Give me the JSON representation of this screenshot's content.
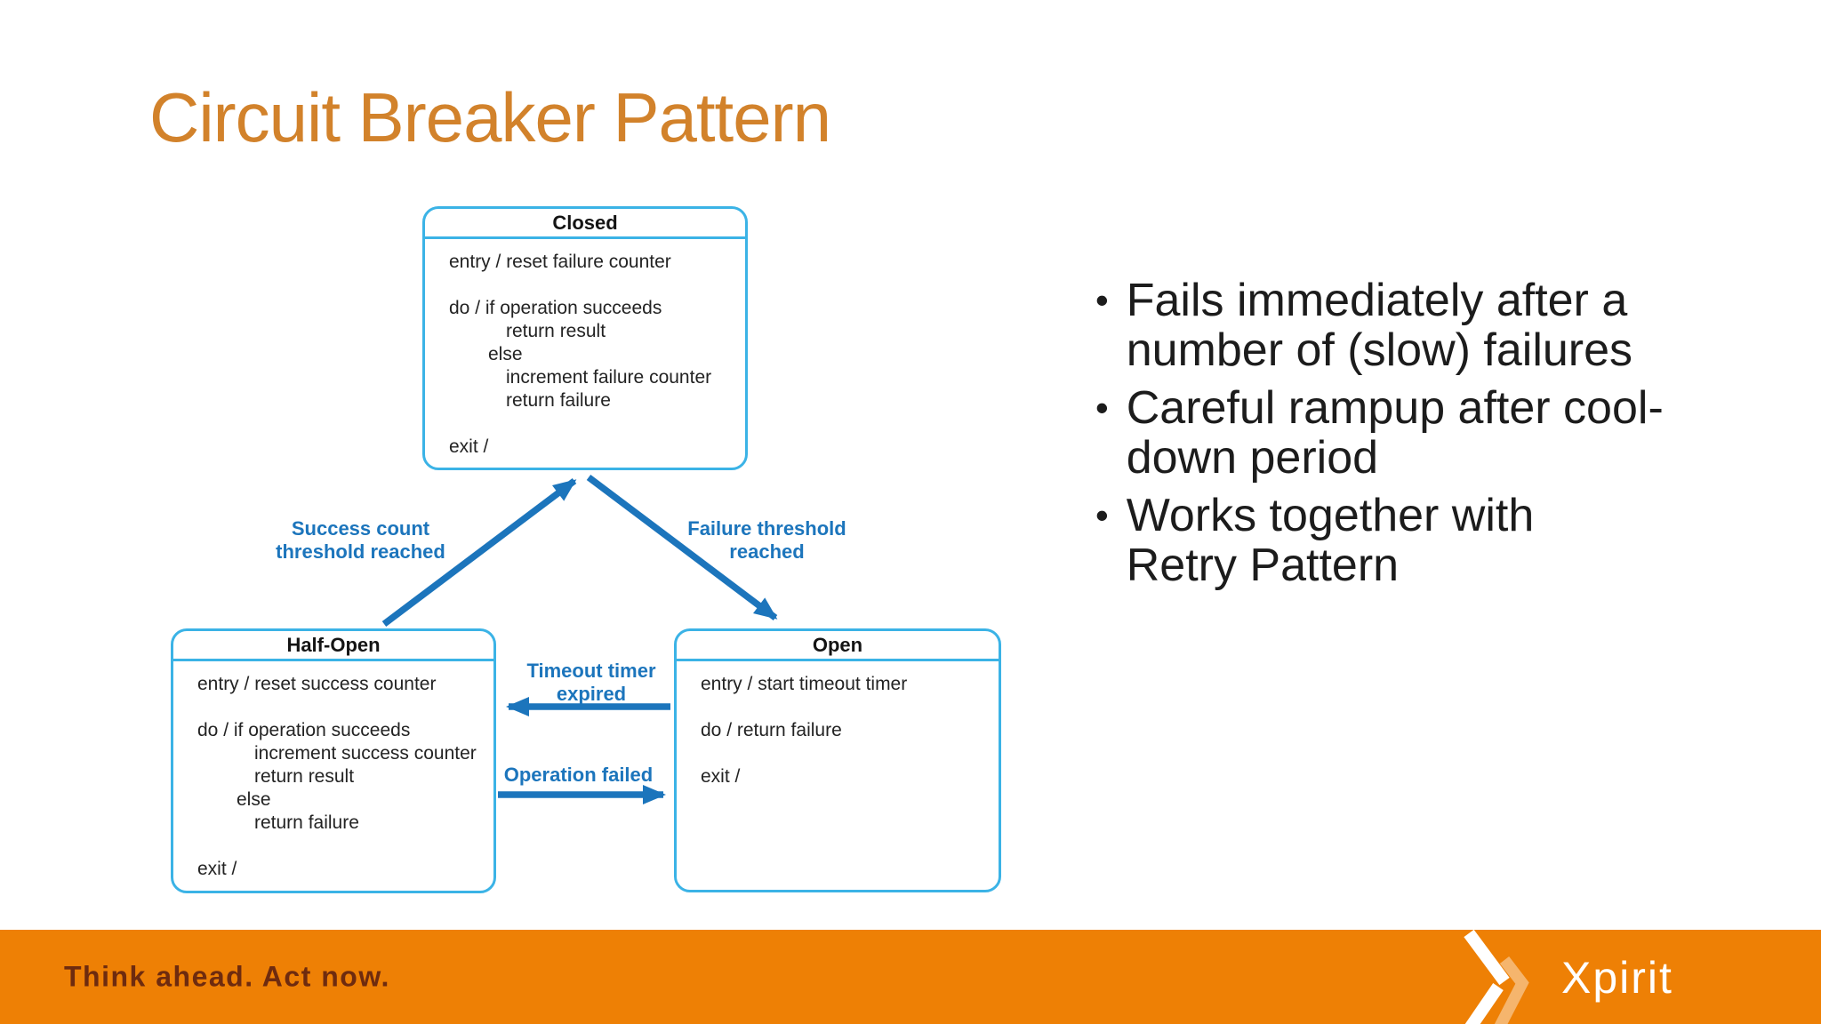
{
  "slide": {
    "title": "Circuit Breaker Pattern",
    "bullet_char": "•",
    "bullets": [
      "Fails immediately after a\nnumber of (slow) failures",
      "Careful rampup after cool-\ndown period",
      "Works together with\nRetry Pattern"
    ]
  },
  "diagram": {
    "states": {
      "closed": {
        "title": "Closed",
        "lines": [
          {
            "text": "entry / reset failure counter",
            "indent": 0
          },
          {
            "text": "",
            "indent": 0
          },
          {
            "text": "do / if operation succeeds",
            "indent": 0
          },
          {
            "text": "return result",
            "indent": 2
          },
          {
            "text": "else",
            "indent": 1
          },
          {
            "text": "increment failure counter",
            "indent": 2
          },
          {
            "text": "return failure",
            "indent": 2
          },
          {
            "text": "",
            "indent": 0
          },
          {
            "text": "exit /",
            "indent": 0
          }
        ]
      },
      "half_open": {
        "title": "Half-Open",
        "lines": [
          {
            "text": "entry / reset success counter",
            "indent": 0
          },
          {
            "text": "",
            "indent": 0
          },
          {
            "text": "do / if operation succeeds",
            "indent": 0
          },
          {
            "text": "increment success counter",
            "indent": 2
          },
          {
            "text": "return result",
            "indent": 2
          },
          {
            "text": "else",
            "indent": 1
          },
          {
            "text": "return failure",
            "indent": 2
          },
          {
            "text": "",
            "indent": 0
          },
          {
            "text": "exit /",
            "indent": 0
          }
        ]
      },
      "open": {
        "title": "Open",
        "lines": [
          {
            "text": "entry / start timeout timer",
            "indent": 0
          },
          {
            "text": "",
            "indent": 0
          },
          {
            "text": "do / return failure",
            "indent": 0
          },
          {
            "text": "",
            "indent": 0
          },
          {
            "text": "exit /",
            "indent": 0
          }
        ]
      }
    },
    "transitions": {
      "success": "Success count\nthreshold reached",
      "failure": "Failure threshold\nreached",
      "timeout": "Timeout timer\nexpired",
      "operation": "Operation failed"
    }
  },
  "footer": {
    "tagline": "Think ahead. Act now.",
    "brand": "Xpirit"
  },
  "colors": {
    "title_orange": "#d2822b",
    "footer_orange": "#ee8005",
    "footer_text": "#6e2b0f",
    "box_border": "#3bb3e6",
    "arrow_blue": "#1c75bc"
  }
}
